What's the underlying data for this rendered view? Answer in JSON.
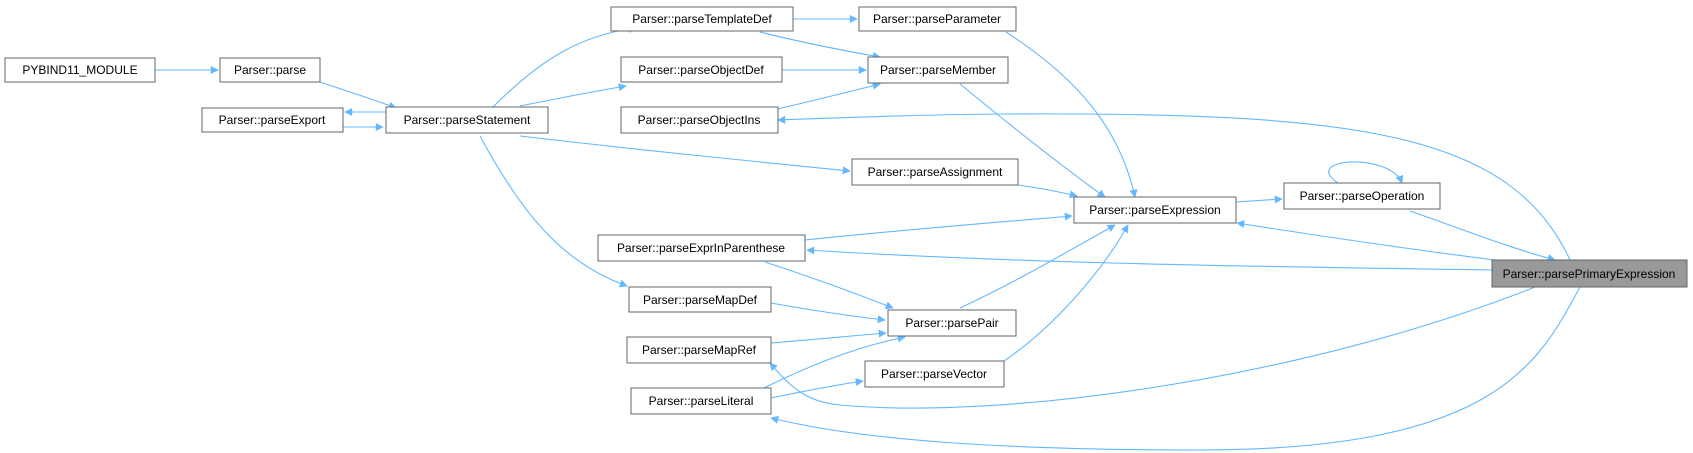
{
  "diagram": {
    "nodes": {
      "pybind11_module": "PYBIND11_MODULE",
      "parse": "Parser::parse",
      "parseExport": "Parser::parseExport",
      "parseStatement": "Parser::parseStatement",
      "parseTemplateDef": "Parser::parseTemplateDef",
      "parseObjectDef": "Parser::parseObjectDef",
      "parseObjectIns": "Parser::parseObjectIns",
      "parseParameter": "Parser::parseParameter",
      "parseMember": "Parser::parseMember",
      "parseAssignment": "Parser::parseAssignment",
      "parseExpression": "Parser::parseExpression",
      "parseOperation": "Parser::parseOperation",
      "parseExprInParenthese": "Parser::parseExprInParenthese",
      "parsePrimaryExpression": "Parser::parsePrimaryExpression",
      "parseMapDef": "Parser::parseMapDef",
      "parsePair": "Parser::parsePair",
      "parseMapRef": "Parser::parseMapRef",
      "parseVector": "Parser::parseVector",
      "parseLiteral": "Parser::parseLiteral"
    },
    "highlighted_node": "parsePrimaryExpression",
    "colors": {
      "edge": "#63b8ff",
      "node_border": "#666666",
      "highlight_fill": "#999999"
    },
    "edges": [
      {
        "from": "pybind11_module",
        "to": "parse"
      },
      {
        "from": "parse",
        "to": "parseStatement"
      },
      {
        "from": "parseExport",
        "to": "parseStatement"
      },
      {
        "from": "parseStatement",
        "to": "parseExport"
      },
      {
        "from": "parseStatement",
        "to": "parseTemplateDef"
      },
      {
        "from": "parseStatement",
        "to": "parseObjectDef"
      },
      {
        "from": "parseStatement",
        "to": "parseAssignment"
      },
      {
        "from": "parseStatement",
        "to": "parseMapDef"
      },
      {
        "from": "parseTemplateDef",
        "to": "parseParameter"
      },
      {
        "from": "parseTemplateDef",
        "to": "parseMember"
      },
      {
        "from": "parseObjectDef",
        "to": "parseMember"
      },
      {
        "from": "parseObjectIns",
        "to": "parseMember"
      },
      {
        "from": "parseParameter",
        "to": "parseExpression"
      },
      {
        "from": "parseMember",
        "to": "parseExpression"
      },
      {
        "from": "parseAssignment",
        "to": "parseExpression"
      },
      {
        "from": "parseExprInParenthese",
        "to": "parseExpression"
      },
      {
        "from": "parseExpression",
        "to": "parseOperation"
      },
      {
        "from": "parseOperation",
        "to": "parseOperation"
      },
      {
        "from": "parseOperation",
        "to": "parsePrimaryExpression"
      },
      {
        "from": "parsePrimaryExpression",
        "to": "parseExpression"
      },
      {
        "from": "parsePrimaryExpression",
        "to": "parseObjectIns"
      },
      {
        "from": "parsePrimaryExpression",
        "to": "parseExprInParenthese"
      },
      {
        "from": "parsePrimaryExpression",
        "to": "parseMapRef"
      },
      {
        "from": "parsePrimaryExpression",
        "to": "parseLiteral"
      },
      {
        "from": "parseExprInParenthese",
        "to": "parsePair"
      },
      {
        "from": "parseMapDef",
        "to": "parsePair"
      },
      {
        "from": "parseMapRef",
        "to": "parsePair"
      },
      {
        "from": "parseLiteral",
        "to": "parsePair"
      },
      {
        "from": "parseLiteral",
        "to": "parseVector"
      },
      {
        "from": "parsePair",
        "to": "parseExpression"
      },
      {
        "from": "parseVector",
        "to": "parseExpression"
      }
    ]
  }
}
